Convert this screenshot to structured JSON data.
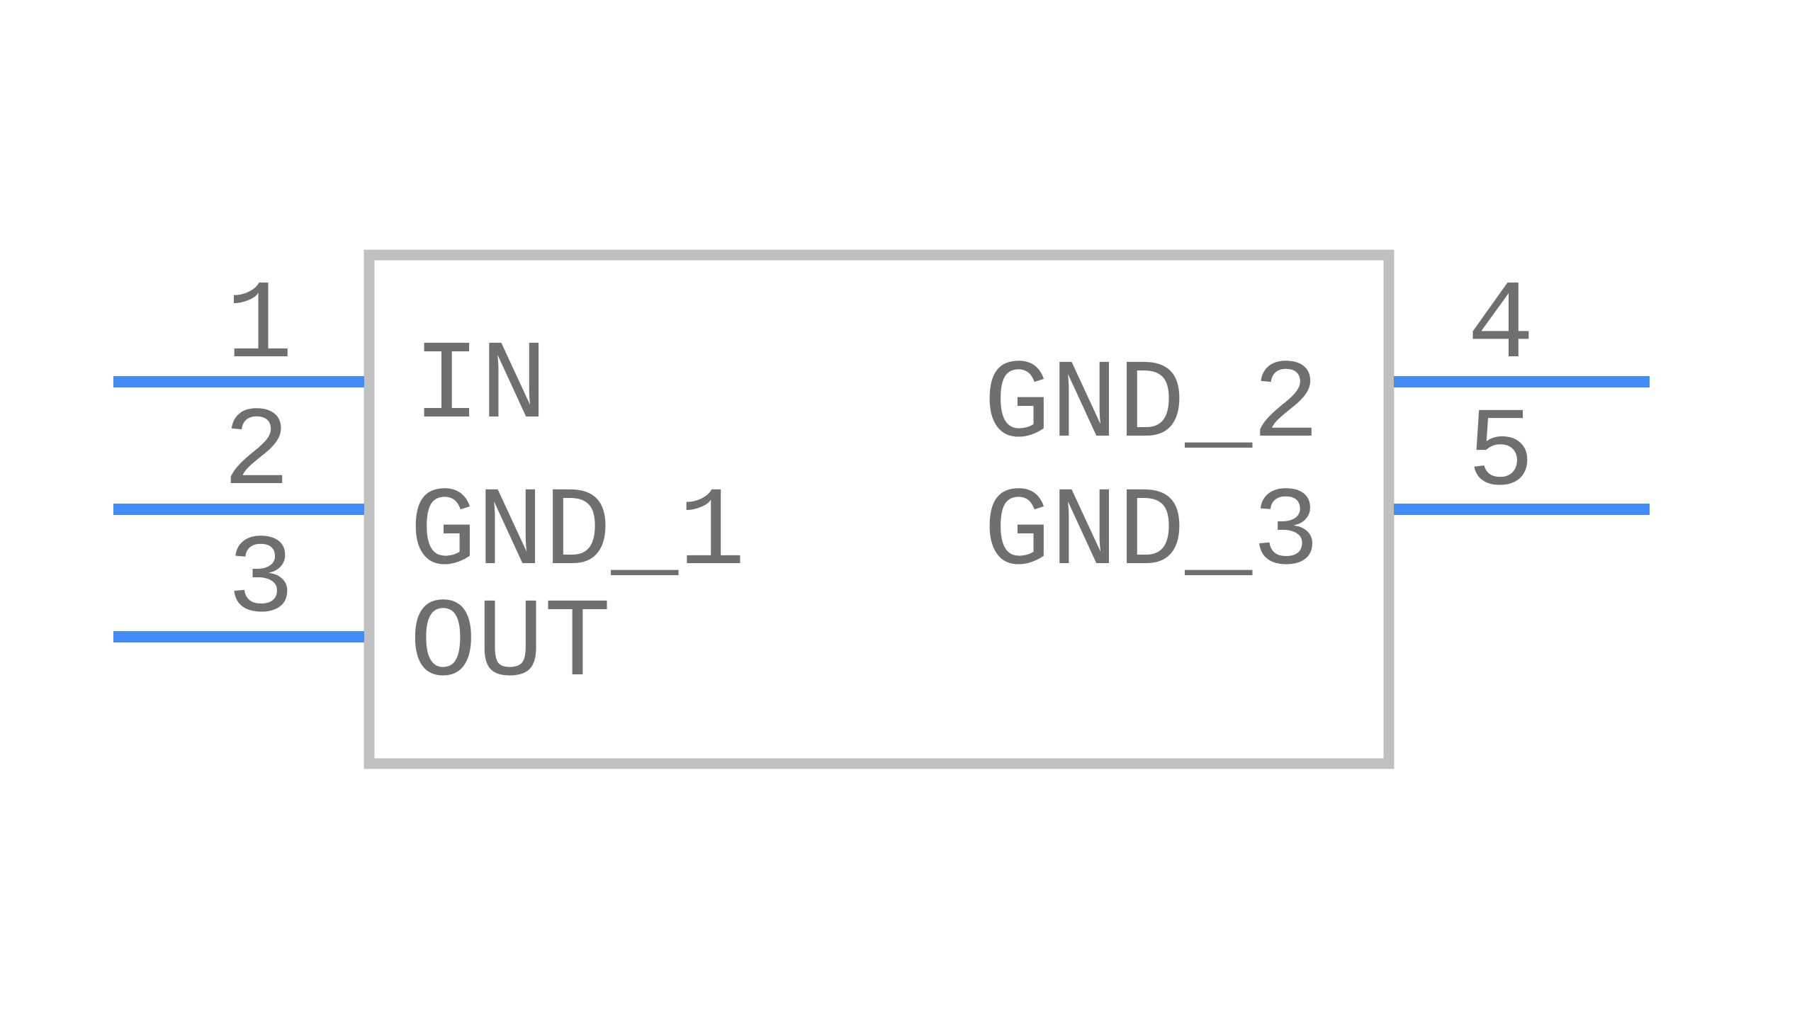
{
  "symbol": {
    "colors": {
      "background": "#ffffff",
      "body_outline": "#c0c0c0",
      "pin_line": "#448cf5",
      "text": "#6f6f6f"
    },
    "body_labels": {
      "in": "IN",
      "gnd_1": "GND_1",
      "out": "OUT",
      "gnd_2": "GND_2",
      "gnd_3": "GND_3"
    },
    "pins": [
      {
        "number": "1",
        "name": "IN",
        "side": "left"
      },
      {
        "number": "2",
        "name": "GND_1",
        "side": "left"
      },
      {
        "number": "3",
        "name": "OUT",
        "side": "left"
      },
      {
        "number": "4",
        "name": "GND_2",
        "side": "right"
      },
      {
        "number": "5",
        "name": "GND_3",
        "side": "right"
      }
    ]
  }
}
